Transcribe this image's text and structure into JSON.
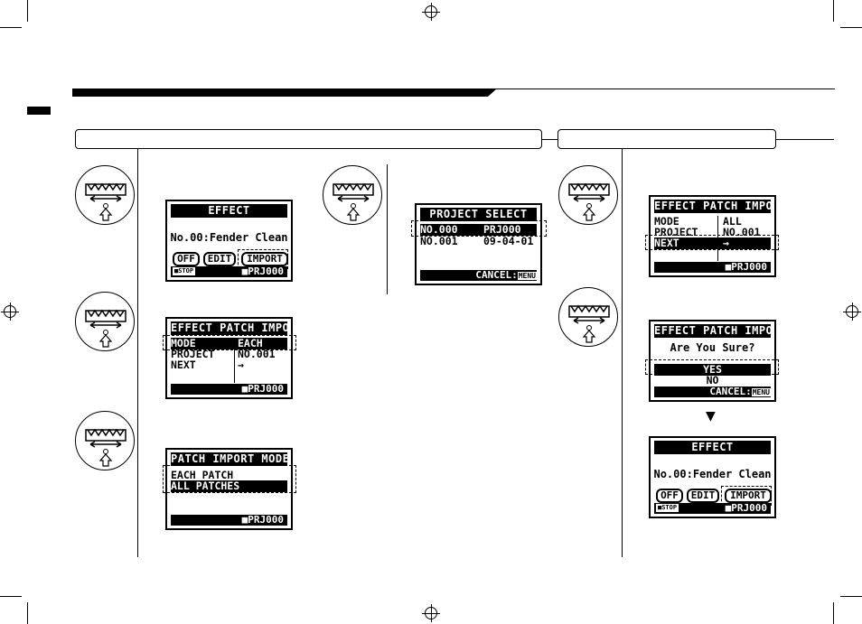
{
  "screens": {
    "effect": {
      "title": "EFFECT",
      "patch_line": "No.00:Fender Clean",
      "buttons": [
        "OFF",
        "EDIT",
        "IMPORT"
      ],
      "stop_label": "■STOP",
      "project": "■PRJ000"
    },
    "project_select": {
      "title": "PROJECT SELECT",
      "rows": [
        {
          "no": "NO.000",
          "name": "PRJ000"
        },
        {
          "no": "NO.001",
          "name": "09-04-01"
        }
      ],
      "cancel_label": "CANCEL:",
      "menu_tag": "MENU"
    },
    "patch_import_1": {
      "title": "EFFECT PATCH IMPORT",
      "rows": [
        {
          "label": "MODE",
          "value": "EACH"
        },
        {
          "label": "PROJECT",
          "value": "NO.001"
        },
        {
          "label": "NEXT",
          "value": "→"
        }
      ],
      "project": "■PRJ000"
    },
    "patch_import_mode": {
      "title": "PATCH IMPORT MODE",
      "options": [
        "EACH PATCH",
        "ALL PATCHES"
      ],
      "project": "■PRJ000"
    },
    "patch_import_2": {
      "title": "EFFECT PATCH IMPORT",
      "rows": [
        {
          "label": "MODE",
          "value": "ALL"
        },
        {
          "label": "PROJECT",
          "value": "NO.001"
        },
        {
          "label": "NEXT",
          "value": "→"
        }
      ],
      "project": "■PRJ000"
    },
    "confirm": {
      "title": "EFFECT PATCH IMPORT",
      "question": "Are You Sure?",
      "yes": "YES",
      "no": "NO",
      "cancel_label": "CANCEL:",
      "menu_tag": "MENU"
    },
    "effect_final": {
      "title": "EFFECT",
      "patch_line": "No.00:Fender Clean",
      "buttons": [
        "OFF",
        "EDIT",
        "IMPORT"
      ],
      "stop_label": "■STOP",
      "project": "■PRJ000"
    }
  },
  "arrow_down": "▼"
}
